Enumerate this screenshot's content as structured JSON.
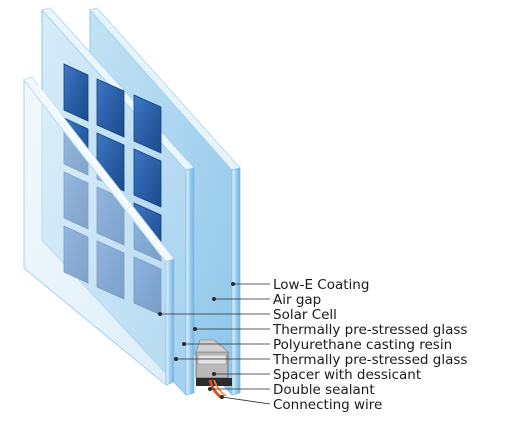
{
  "labels": [
    "Low-E Coating",
    "Air gap",
    "Solar Cell",
    "Thermally pre-stressed glass",
    "Polyurethane casting resin",
    "Thermally pre-stressed glass",
    "Spacer with dessicant",
    "Double sealant",
    "Connecting wire"
  ],
  "colors": {
    "glass_light": "#d4ebf8",
    "glass_mid": "#a9d3ee",
    "glass_edge": "#7fbde6",
    "cell_blue": "#2a5fa8",
    "cell_dark": "#173f7a",
    "frame_gray": "#8c8c8c",
    "wire_orange": "#e0501f",
    "text": "#1a1a1a"
  }
}
